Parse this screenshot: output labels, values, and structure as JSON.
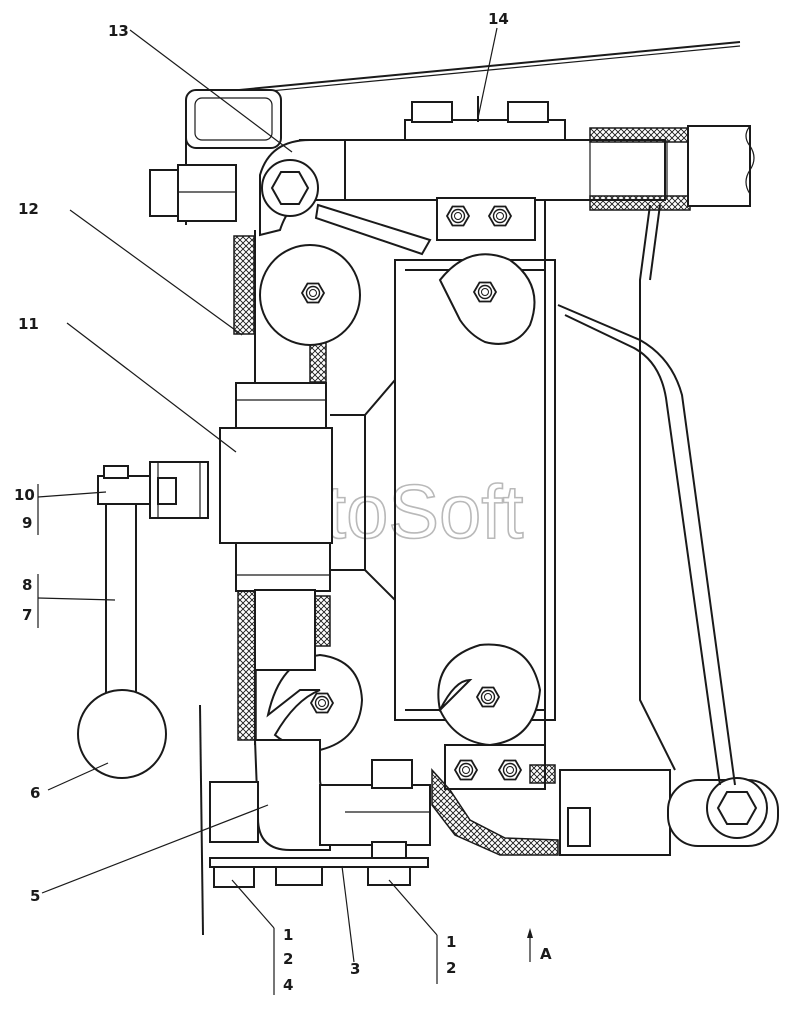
{
  "watermark": "AutoSoft",
  "callouts": {
    "c1": "1",
    "c2": "2",
    "c3": "3",
    "c4": "4",
    "c5": "5",
    "c6": "6",
    "c7": "7",
    "c8": "8",
    "c9": "9",
    "c10": "10",
    "c11": "11",
    "c12": "12",
    "c13": "13",
    "c14": "14"
  },
  "view_marker": "A",
  "colors": {
    "line": "#1a1a1a",
    "watermark": "#b9b9b9",
    "background": "#ffffff"
  }
}
